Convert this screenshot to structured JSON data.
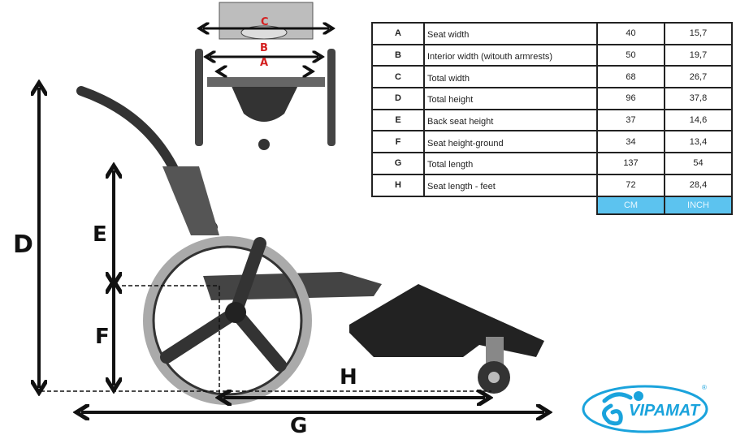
{
  "dimension_labels": {
    "A": "A",
    "B": "B",
    "C": "C",
    "D": "D",
    "E": "E",
    "F": "F",
    "G": "G",
    "H": "H"
  },
  "table": {
    "rows": [
      {
        "key": "A",
        "desc": "Seat width",
        "cm": "40",
        "inch": "15,7"
      },
      {
        "key": "B",
        "desc": "Interior width (witouth armrests)",
        "cm": "50",
        "inch": "19,7"
      },
      {
        "key": "C",
        "desc": "Total width",
        "cm": "68",
        "inch": "26,7"
      },
      {
        "key": "D",
        "desc": "Total height",
        "cm": "96",
        "inch": "37,8"
      },
      {
        "key": "E",
        "desc": "Back seat height",
        "cm": "37",
        "inch": "14,6"
      },
      {
        "key": "F",
        "desc": "Seat height-ground",
        "cm": "34",
        "inch": "13,4"
      },
      {
        "key": "G",
        "desc": "Total length",
        "cm": "137",
        "inch": "54"
      },
      {
        "key": "H",
        "desc": "Seat length - feet",
        "cm": "72",
        "inch": "28,4"
      }
    ],
    "unit_cm": "CM",
    "unit_inch": "INCH"
  },
  "logo": {
    "text": "VIPAMAT",
    "mark": "®"
  },
  "colors": {
    "unit_header": "#5cc3ef",
    "logo": "#1aa3dc",
    "top_labels": "#d42020"
  }
}
